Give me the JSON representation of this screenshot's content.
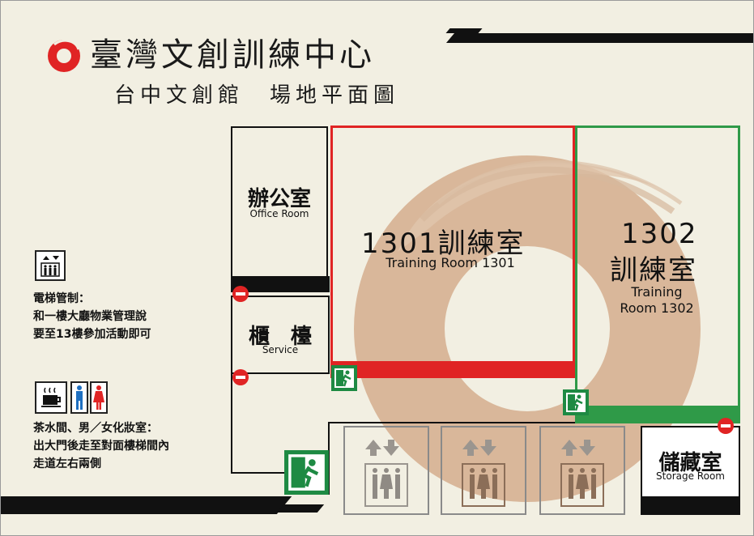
{
  "header": {
    "title": "臺灣文創訓練中心",
    "subtitle": "台中文創館　場地平面圖"
  },
  "rooms": {
    "office": {
      "zh": "辦公室",
      "en": "Office Room"
    },
    "service": {
      "zh": "櫃　檯",
      "en": "Service"
    },
    "room1301": {
      "zh": "1301訓練室",
      "en": "Training Room 1301"
    },
    "room1302": {
      "num": "1302",
      "zh": "訓練室",
      "en_line1": "Training",
      "en_line2": "Room 1302"
    },
    "storage": {
      "zh": "儲藏室",
      "en": "Storage Room"
    }
  },
  "notes": {
    "elevator": {
      "line1": "電梯管制：",
      "line2": "和一樓大廳物業管理說",
      "line3": "要至13樓參加活動即可"
    },
    "restroom": {
      "line1": "茶水間、男／女化妝室：",
      "line2": "出大門後走至對面樓梯間內",
      "line3": "走道左右兩側"
    }
  },
  "colors": {
    "room1301_border": "#e02424",
    "room1302_border": "#2f9a48",
    "accent_red": "#e02424",
    "accent_green": "#2f9a48",
    "swirl": "#d9b79a",
    "background": "#f2efe2"
  },
  "icons": [
    "logo-icon",
    "elevator-icon",
    "tea-icon",
    "male-icon",
    "female-icon",
    "exit-icon",
    "no-entry-icon",
    "elevator-bank-icon"
  ]
}
